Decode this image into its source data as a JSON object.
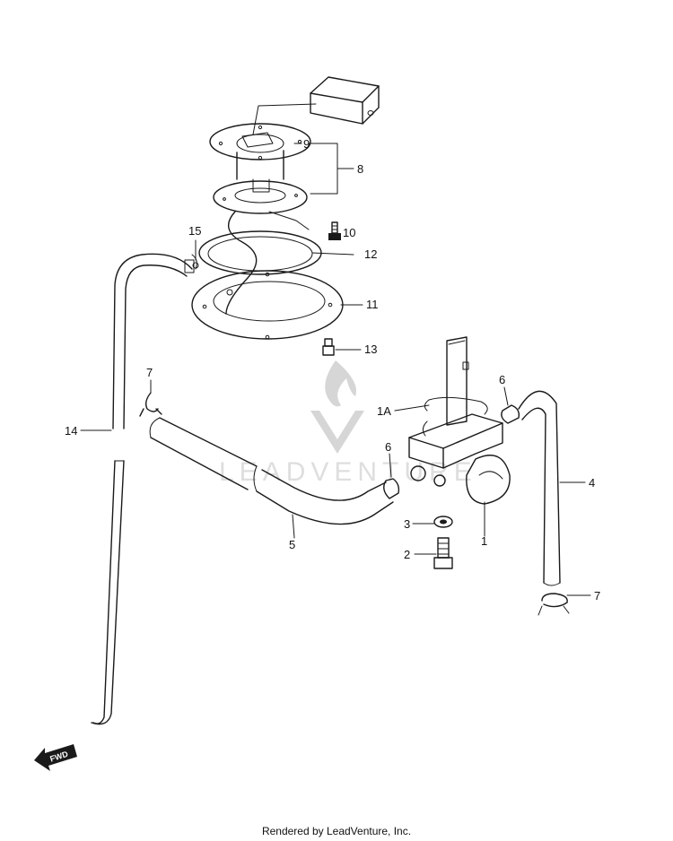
{
  "callouts": [
    {
      "id": "c9",
      "text": "9"
    },
    {
      "id": "c8",
      "text": "8"
    },
    {
      "id": "c10",
      "text": "10"
    },
    {
      "id": "c15",
      "text": "15"
    },
    {
      "id": "c12",
      "text": "12"
    },
    {
      "id": "c11",
      "text": "11"
    },
    {
      "id": "c13",
      "text": "13"
    },
    {
      "id": "c7a",
      "text": "7"
    },
    {
      "id": "c6a",
      "text": "6"
    },
    {
      "id": "c1a",
      "text": "1A"
    },
    {
      "id": "c14",
      "text": "14"
    },
    {
      "id": "c6b",
      "text": "6"
    },
    {
      "id": "c4",
      "text": "4"
    },
    {
      "id": "c5",
      "text": "5"
    },
    {
      "id": "c3",
      "text": "3"
    },
    {
      "id": "c1",
      "text": "1"
    },
    {
      "id": "c2",
      "text": "2"
    },
    {
      "id": "c7b",
      "text": "7"
    }
  ],
  "watermark": "LEADVENTURE",
  "fwd_arrow": "FWD",
  "footer": "Rendered by LeadVenture, Inc."
}
